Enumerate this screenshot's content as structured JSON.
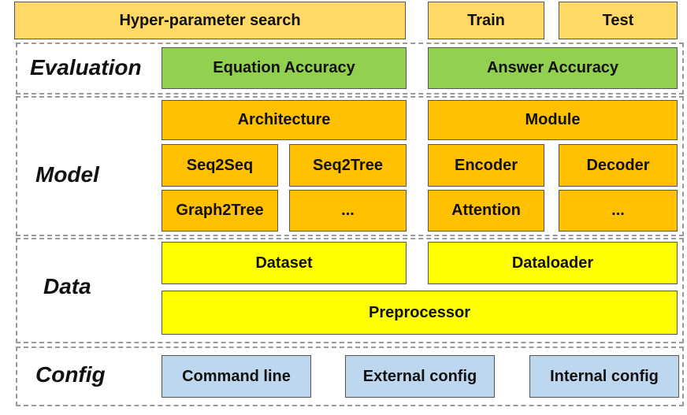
{
  "top": {
    "hyper": "Hyper-parameter search",
    "train": "Train",
    "test": "Test"
  },
  "evaluation": {
    "label": "Evaluation",
    "equation": "Equation Accuracy",
    "answer": "Answer Accuracy"
  },
  "model": {
    "label": "Model",
    "architecture": "Architecture",
    "module": "Module",
    "arch_items": [
      "Seq2Seq",
      "Seq2Tree",
      "Graph2Tree",
      "..."
    ],
    "module_items": [
      "Encoder",
      "Decoder",
      "Attention",
      "..."
    ]
  },
  "data": {
    "label": "Data",
    "dataset": "Dataset",
    "dataloader": "Dataloader",
    "preprocessor": "Preprocessor"
  },
  "config": {
    "label": "Config",
    "items": [
      "Command line",
      "External config",
      "Internal config"
    ]
  },
  "colors": {
    "top": "#FFD966",
    "evaluation": "#92D050",
    "model": "#FFC000",
    "data": "#FFFF00",
    "config": "#BDD7EE"
  }
}
